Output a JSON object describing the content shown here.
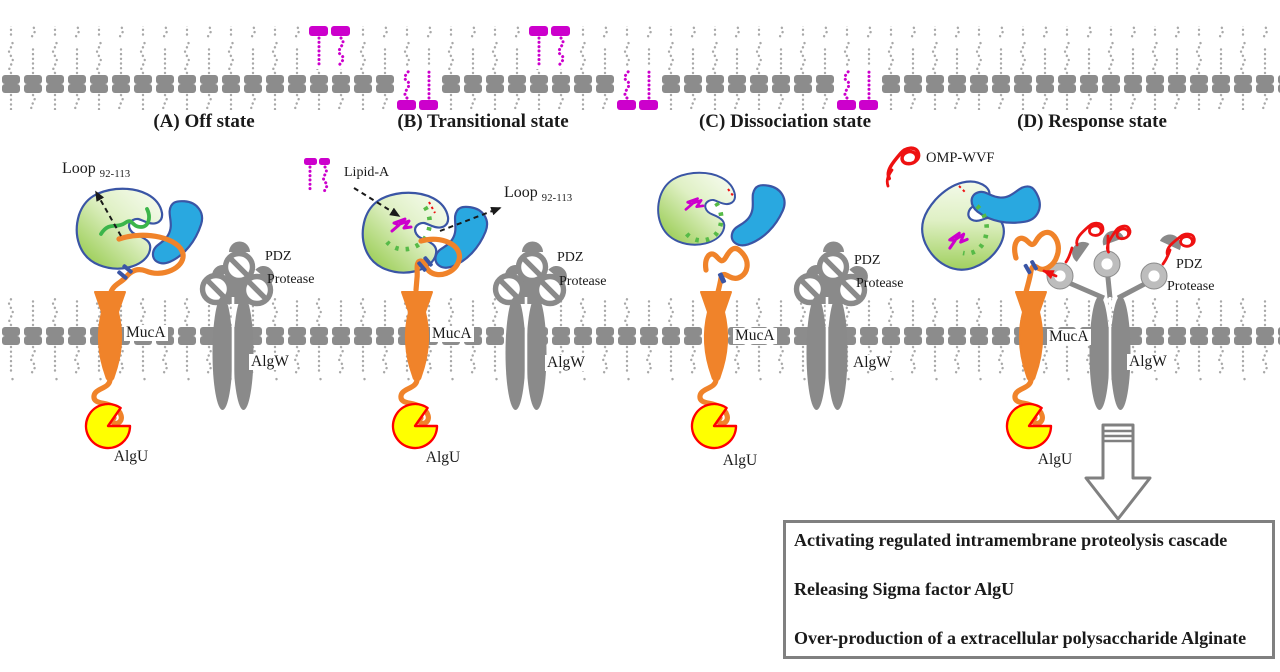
{
  "figure": {
    "states": [
      {
        "id": "A",
        "label": "(A) Off state"
      },
      {
        "id": "B",
        "label": "(B) Transitional state"
      },
      {
        "id": "C",
        "label": "(C) Dissociation state"
      },
      {
        "id": "D",
        "label": "(D) Response state"
      }
    ],
    "annotations": {
      "loop": {
        "text": "Loop",
        "sub": "92-113"
      },
      "lipid_a": "Lipid-A",
      "omp_wvf": "OMP-WVF"
    },
    "proteins": {
      "muca": "MucA",
      "algw": "AlgW",
      "algu": "AlgU",
      "pdz": "PDZ",
      "protease": "Protease"
    },
    "outcome_box": {
      "lines": [
        "Activating regulated intramembrane proteolysis cascade",
        "Releasing Sigma factor AlgU",
        "Over-production of a extracellular polysaccharide Alginate"
      ]
    },
    "colors": {
      "lipid_gray": "#8C8C8C",
      "lipid_tail": "#A8A8A8",
      "lipid_a_magenta": "#CC00CC",
      "muca_orange": "#F0832A",
      "algw_gray": "#8A8A8A",
      "algw_light": "#BDBDBD",
      "algu_yellow": "#FFFF00",
      "algu_outline_red": "#FF0000",
      "mucb_green": "#8DC63F",
      "mucb_green_light": "#F4FAEC",
      "mucb_blue": "#29A8E0",
      "outline_navy": "#3A55A5",
      "loop_green": "#3BB54A",
      "dot_green": "#56BA47",
      "peptide_red": "#EE1111",
      "text_black": "#1A1A1A",
      "box_border": "#808080"
    }
  }
}
